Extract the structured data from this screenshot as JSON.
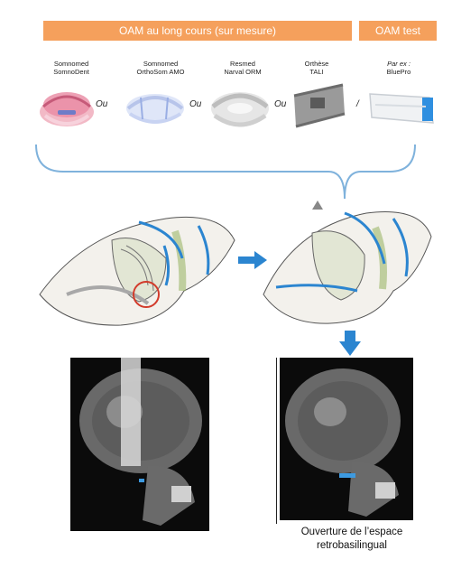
{
  "headers": {
    "custom": "OAM au long cours (sur mesure)",
    "test": "OAM test"
  },
  "devices": [
    {
      "line1": "Somnomed",
      "line2": "SomnoDent"
    },
    {
      "line1": "Somnomed",
      "line2": "OrthoSom AMO"
    },
    {
      "line1": "Resmed",
      "line2": "Narval ORM"
    },
    {
      "line1": "Orthèse",
      "line2": "TALI"
    },
    {
      "line1": "Par ex :",
      "line2": "BluePro"
    }
  ],
  "separators": {
    "ou": "Ou",
    "slash": "/"
  },
  "caption": {
    "line1": "Ouverture de l’espace",
    "line2": "retrobasilingual"
  },
  "colors": {
    "header_orange": "#f5a05c",
    "arrow_blue": "#2b85d0",
    "bracket_blue": "#7fb2dc",
    "circle_red": "#d23b2b",
    "marker_blue": "#3d9ae0"
  }
}
